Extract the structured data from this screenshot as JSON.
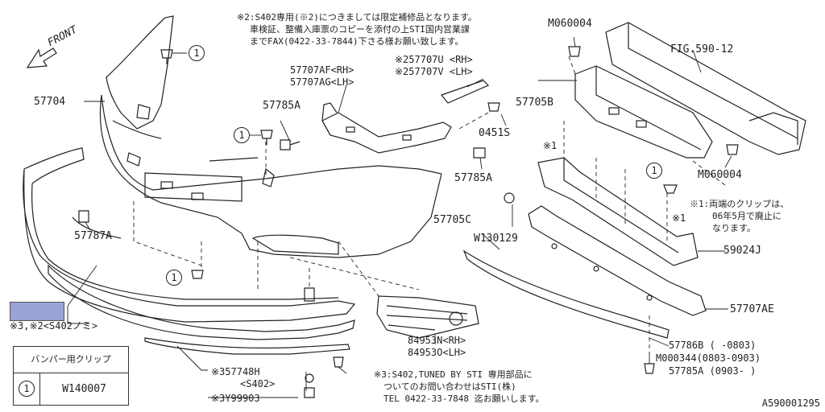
{
  "direction": "FRONT",
  "labels": {
    "p57704": "57704",
    "p57707af": "57707AF<RH>",
    "p57707ag": "57707AG<LH>",
    "p57785a_1": "57785A",
    "p257707u": "※257707U <RH>",
    "p257707v": "※257707V <LH>",
    "p0451s": "0451S",
    "p57785a_2": "57785A",
    "m060004_1": "M060004",
    "fig590": "FIG.590-12",
    "p57705b": "57705B",
    "m060004_2": "M060004",
    "p57787a": "57787A",
    "p57705c": "57705C",
    "w130129": "W130129",
    "p59024j": "59024J",
    "p57707ae": "57707AE",
    "p84953n": "84953N<RH>",
    "p84953o": "84953O<LH>",
    "p357748h": "※357748H",
    "s402": "<S402>",
    "p3y99903": "※3Y99903",
    "p3_2": "※3,※2<S402ノミ>",
    "p57786b": "57786B (      -0803)",
    "m000344": "M000344(0803-0903)",
    "p57785a_3": "57785A (0903-      )",
    "mark1a": "※1",
    "mark1b": "※1"
  },
  "notes": {
    "top": [
      "※2:S402専用(※2)につきましては限定補修品となります。",
      "車検証、整備入庫票のコピーを添付の上STI国内営業課",
      "までFAX(0422-33-7844)下さる様お願い致します。"
    ],
    "right": [
      "※1:両端のクリップは、",
      "06年5月で廃止に",
      "なります。"
    ],
    "bottom": [
      "※3:S402,TUNED BY STI 専用部品に",
      "ついてのお問い合わせはSTI(株)",
      "TEL 0422-33-7848 迄お願いします。"
    ]
  },
  "callout_number": "1",
  "legend": {
    "title": "バンパー用クリップ",
    "number": "1",
    "part": "W140007"
  },
  "figure_id": "A590001295",
  "colors": {
    "highlight": "#9aa3d6",
    "line": "#222222"
  }
}
